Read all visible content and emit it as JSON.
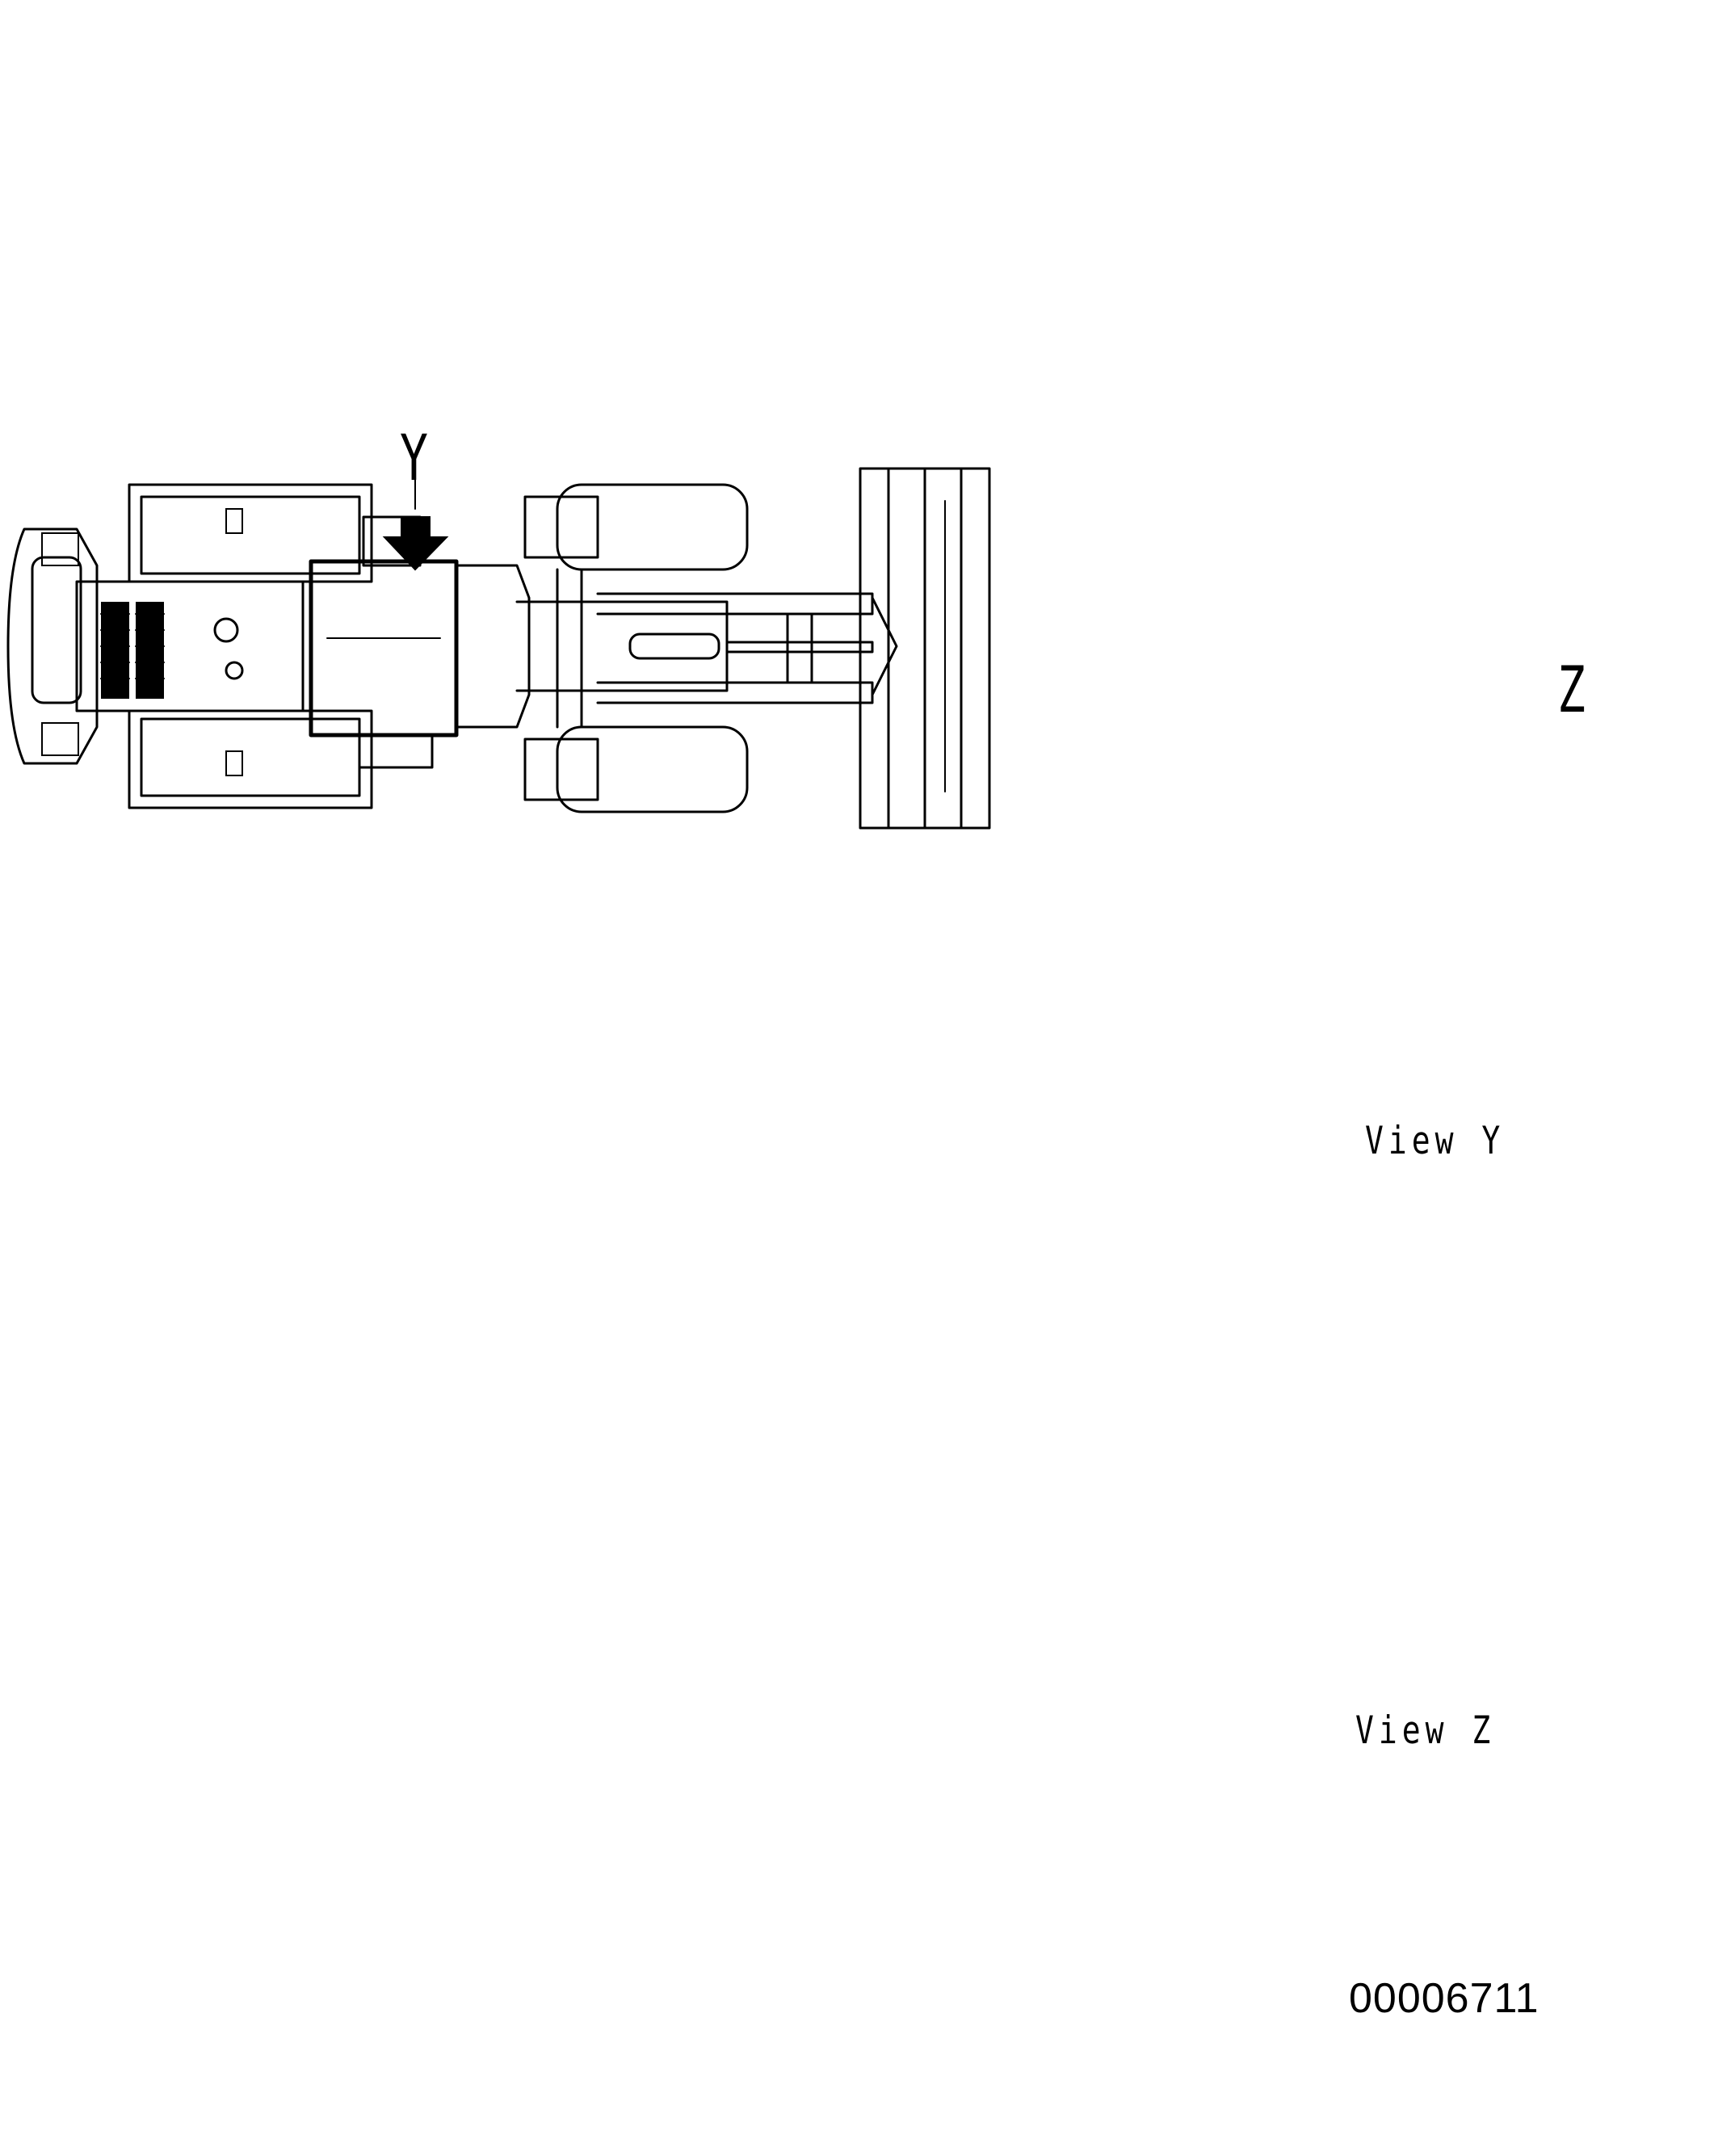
{
  "labels": {
    "view_y_marker": "Y",
    "view_z_marker": "Z",
    "view_y_caption": "View Y",
    "view_z_caption": "View Z",
    "drawing_number": "00006711"
  },
  "icons": {
    "view_y_arrow": "arrow-down-icon",
    "view_z_arrow": "arrow-down-icon"
  },
  "colors": {
    "line": "#000000",
    "background": "#ffffff"
  }
}
